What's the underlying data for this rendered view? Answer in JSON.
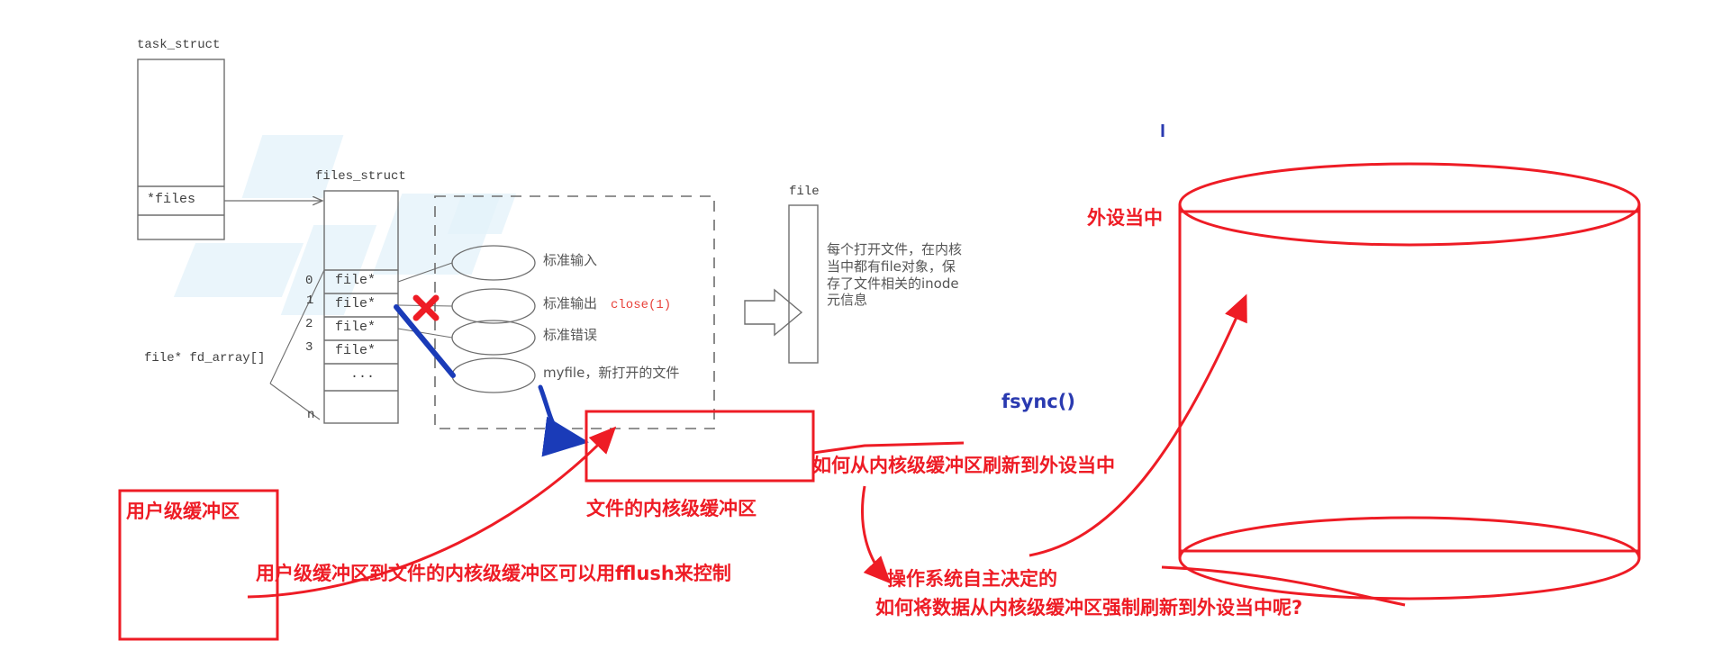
{
  "diagram": {
    "title_hidden": "",
    "colors": {
      "outline": "#6e6e6e",
      "red": "#ee1c25",
      "blue": "#2a3ab0",
      "dark_blue": "#1a3bb8",
      "text_gray": "#555555",
      "watermark": "#e3f1fa"
    },
    "structs": {
      "task_struct": {
        "label": "task_struct",
        "field_files": "*files"
      },
      "files_struct": {
        "label": "files_struct",
        "array_caption": "file* fd_array[]",
        "indices": [
          "0",
          "1",
          "2",
          "3",
          "...",
          "n"
        ],
        "cells": [
          "file*",
          "file*",
          "file*",
          "file*",
          "...",
          ""
        ]
      },
      "file_object": {
        "label": "file",
        "description": "每个打开文件，在内核\n当中都有file对象，保\n存了文件相关的inode\n元信息"
      }
    },
    "fd_targets": [
      {
        "name": "标准输入",
        "extra": ""
      },
      {
        "name": "标准输出",
        "extra": "close(1)"
      },
      {
        "name": "标准错误",
        "extra": ""
      },
      {
        "name": "myfile，新打开的文件",
        "extra": ""
      }
    ],
    "annotations": {
      "user_buffer_box": "用户级缓冲区",
      "kernel_buffer_box": "文件的内核级缓冲区",
      "fflush_caption": "用户级缓冲区到文件的内核级缓冲区可以用fflush来控制",
      "kernel_to_device_caption": "如何从内核级缓冲区刷新到外设当中",
      "os_decides_line1": "操作系统自主决定的",
      "os_decides_line2": "如何将数据从内核级缓冲区强制刷新到外设当中呢?",
      "device_label": "外设当中",
      "fsync_label": "fsync()",
      "close_call": "close(1)",
      "x_mark": "✗"
    }
  }
}
